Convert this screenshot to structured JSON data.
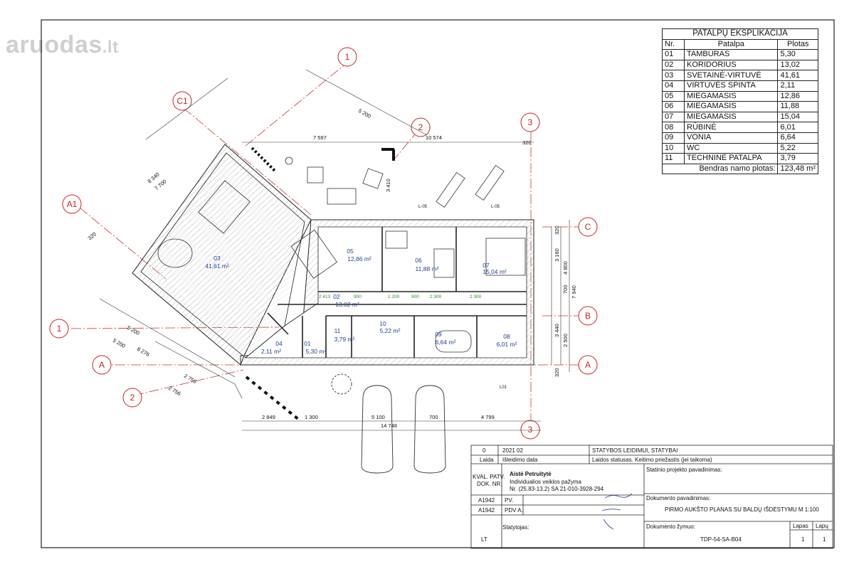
{
  "watermark": {
    "text": "aruodas",
    "suffix": ".lt"
  },
  "schedule": {
    "title": "PATALPŲ EKSPLIKACIJA",
    "headers": [
      "Nr.",
      "Patalpa",
      "Plotas"
    ],
    "rows": [
      [
        "01",
        "TAMBŪRAS",
        "5,30"
      ],
      [
        "02",
        "KORIDORIUS",
        "13,02"
      ],
      [
        "03",
        "SVETAINĖ-VIRTUVĖ",
        "41,61"
      ],
      [
        "04",
        "VIRTUVĖS SPINTA",
        "2,11"
      ],
      [
        "05",
        "MIEGAMASIS",
        "12,86"
      ],
      [
        "06",
        "MIEGAMASIS",
        "11,88"
      ],
      [
        "07",
        "MIEGAMASIS",
        "15,04"
      ],
      [
        "08",
        "RŪBINĖ",
        "6,01"
      ],
      [
        "09",
        "VONIA",
        "6,64"
      ],
      [
        "10",
        "WC",
        "5,22"
      ],
      [
        "11",
        "TECHNINĖ PATALPA",
        "3,79"
      ]
    ],
    "total_label": "Bendras namo plotas:",
    "total_value": "123,48 m²"
  },
  "axes": [
    {
      "id": "1",
      "label": "1"
    },
    {
      "id": "C1",
      "label": "C1"
    },
    {
      "id": "A1",
      "label": "A1"
    },
    {
      "id": "2",
      "label": "2"
    },
    {
      "id": "3",
      "label": "3"
    },
    {
      "id": "C",
      "label": "C"
    },
    {
      "id": "B",
      "label": "B"
    },
    {
      "id": "A",
      "label": "A"
    }
  ],
  "rooms": [
    {
      "id": "03",
      "area": "41,61 m²"
    },
    {
      "id": "05",
      "area": "12,86 m²"
    },
    {
      "id": "06",
      "area": "11,88 m²"
    },
    {
      "id": "07",
      "area": "15,04 m²"
    },
    {
      "id": "02",
      "area": "13,02 m²"
    },
    {
      "id": "10",
      "area": "5,22 m²"
    },
    {
      "id": "11",
      "area": "3,79 m²"
    },
    {
      "id": "09",
      "area": "6,64 m²"
    },
    {
      "id": "08",
      "area": "6,01 m²"
    },
    {
      "id": "04",
      "area": "2,11 m²"
    },
    {
      "id": "01",
      "area": "5,30 m²"
    }
  ],
  "dimensions": {
    "top_1": "7 597",
    "top_2": "10 574",
    "top_320": "320",
    "d3410": "3 410",
    "d5200a": "5 200",
    "d8340": "8 340",
    "d7700": "7 700",
    "left_320": "320",
    "d5200b": "5 200",
    "d5200c": "5 200",
    "d8276": "8 276",
    "d2756a": "2 756",
    "d2756b": "2 756",
    "bot_2849": "2 849",
    "bot_1300": "1 300",
    "bot_5100": "5 100",
    "bot_700": "700",
    "bot_4799": "4 799",
    "bot_14748": "14 748",
    "right_3160": "3 160",
    "right_4800": "4 800",
    "right_7940": "7 940",
    "right_700": "700",
    "right_3440": "3 440",
    "right_2500": "2 500",
    "right_320a": "320",
    "right_320b": "320",
    "corr_2413": "2 413",
    "corr_900a": "900",
    "corr_1200": "1 200",
    "corr_900b": "900",
    "corr_2300a": "2 300",
    "corr_2300b": "2 300",
    "window_l05a": "L-05",
    "window_l05b": "L-05",
    "window_l01": "L01"
  },
  "title_block": {
    "rev_no": "0",
    "rev_date": "2021 02",
    "rev_status": "STATYBOS LEIDIMUI, STATYBAI",
    "laida_label": "Laida",
    "isleidimo_label": "Išleidimo data",
    "status_label": "Laidos statusas. Keitimo priežastis (jei taikoma)",
    "kval_label": "KVAL. PATV. DOK. NR.",
    "kval_l1": "KVAL. PATV.",
    "kval_l2": "DOK. NR.",
    "author_name": "Aistė Petruitytė",
    "author_l2": "Individualios veiklos pažyma",
    "author_l3": "Nr. (25.83-13.2) SA 21-010-3928-294",
    "project_label": "Statinio projekto pavadinimas:",
    "pv_code": "A1942",
    "pv_label": "PV.",
    "pdv_code": "A1942",
    "pdv_label": "PDV A.",
    "doc_name_label": "Dokumento pavadinimas:",
    "doc_name": "PIRMO AUKŠTO PLANAS SU BALDŲ IŠDĖSTYMU M 1:100",
    "statytojas_label": "Statytojas:",
    "doc_code_label": "Dokumento žymuo:",
    "doc_code": "TDP-54-SA-B04",
    "lapas_label": "Lapas",
    "lapas_value": "1",
    "lapu_label": "Lapų",
    "lapu_value": "1",
    "lang": "LT"
  },
  "colors": {
    "line": "#222222",
    "dim_green": "#2e8b2e",
    "room_blue": "#1f3f9f",
    "axis_red": "#cc2222",
    "hatch": "#bdbdbd",
    "watermark": "#cfcfcf"
  }
}
